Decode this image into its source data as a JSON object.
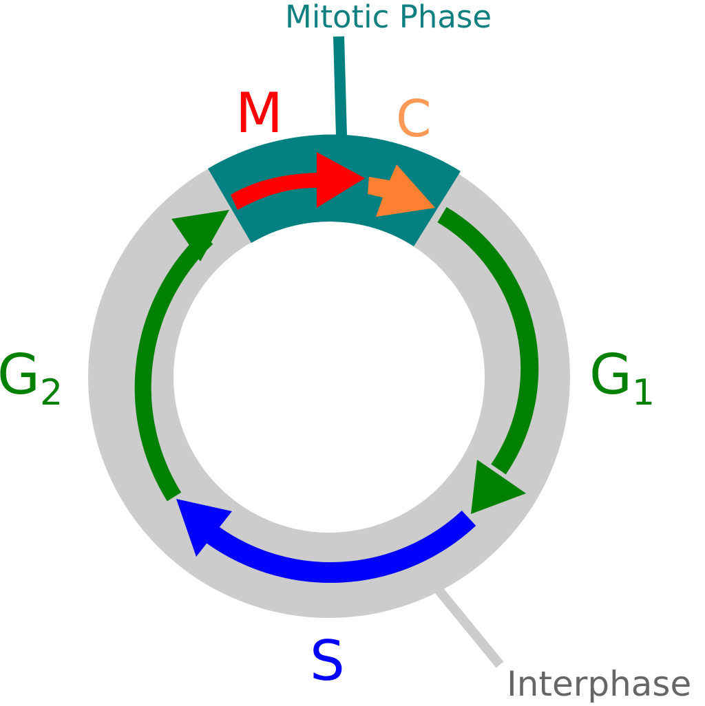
{
  "labels": {
    "mitotic_phase": "Mitotic Phase",
    "interphase": "Interphase",
    "m": "M",
    "c": "C",
    "g1_main": "G",
    "g1_sub": "1",
    "g2_main": "G",
    "g2_sub": "2",
    "s": "S"
  },
  "colors": {
    "interphase_ring": "#cccccc",
    "mitotic_band": "#008080",
    "mitotic_label": "#0f7f7f",
    "m_arrow": "#ff0000",
    "c_arrow": "#ff8030",
    "c_label": "#ff9955",
    "g_arrows": "#008000",
    "s_arrow": "#0000ff",
    "interphase_label": "#666666"
  }
}
